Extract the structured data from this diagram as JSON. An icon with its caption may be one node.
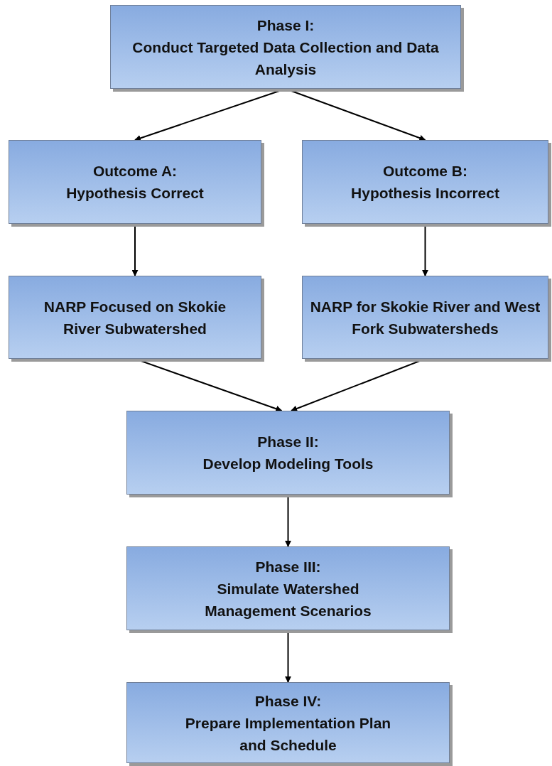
{
  "diagram": {
    "nodes": [
      {
        "text": [
          "Phase I:",
          "Conduct Targeted Data Collection and Data Analysis"
        ]
      },
      {
        "text": [
          "Outcome A:",
          "Hypothesis Correct"
        ]
      },
      {
        "text": [
          "Outcome B:",
          "Hypothesis Incorrect"
        ]
      },
      {
        "text": [
          "NARP Focused on Skokie River Subwatershed"
        ]
      },
      {
        "text": [
          "NARP for Skokie River and West Fork Subwatersheds"
        ]
      },
      {
        "text": [
          "Phase II:",
          "Develop Modeling Tools"
        ]
      },
      {
        "text": [
          "Phase III:",
          "Simulate Watershed Management Scenarios"
        ]
      },
      {
        "text": [
          "Phase IV:",
          "Prepare Implementation Plan and Schedule"
        ]
      }
    ],
    "edges": [
      {
        "from": 0,
        "to": 1,
        "arrow": "to"
      },
      {
        "from": 0,
        "to": 2,
        "arrow": "to"
      },
      {
        "from": 1,
        "to": 3,
        "arrow": "to"
      },
      {
        "from": 2,
        "to": 4,
        "arrow": "to"
      },
      {
        "from": 3,
        "to": 5,
        "arrow": "to"
      },
      {
        "from": 4,
        "to": 5,
        "arrow": "to"
      },
      {
        "from": 5,
        "to": 6,
        "arrow": "to"
      },
      {
        "from": 6,
        "to": 7,
        "arrow": "to"
      }
    ]
  }
}
